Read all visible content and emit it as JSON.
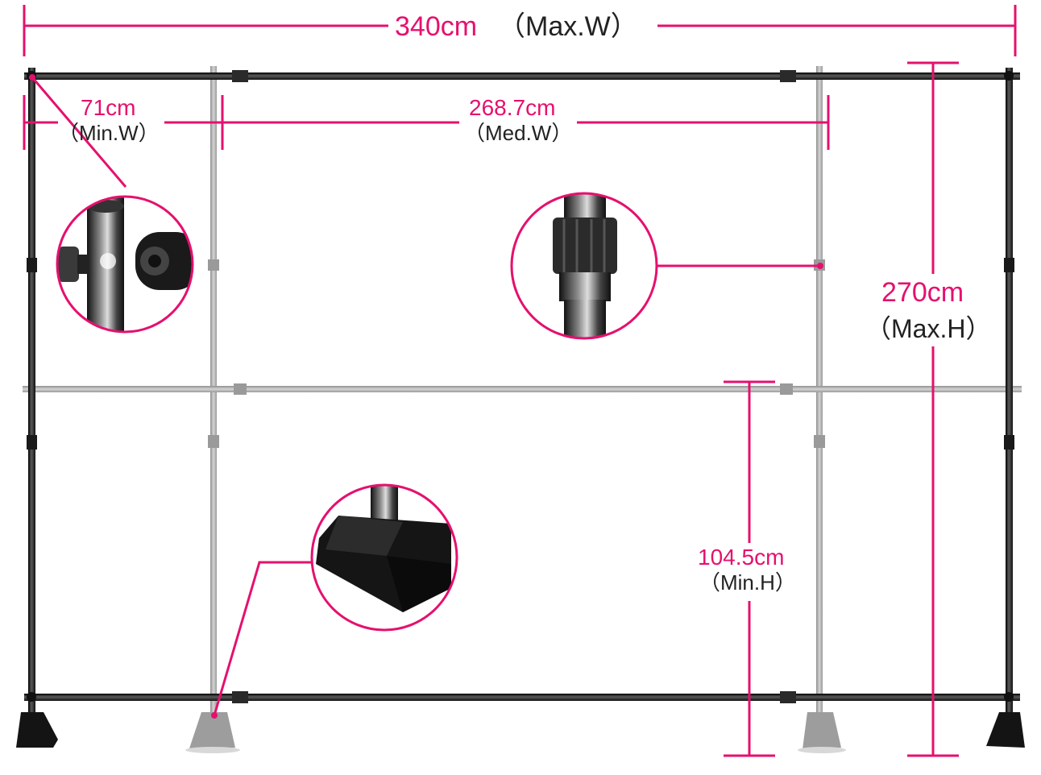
{
  "dimensions": {
    "max_width": {
      "value": "340cm",
      "note": "（Max.W）"
    },
    "min_width": {
      "value": "71cm",
      "note": "（Min.W）"
    },
    "med_width": {
      "value": "268.7cm",
      "note": "（Med.W）"
    },
    "max_height": {
      "value": "270cm",
      "note": "（Max.H）"
    },
    "min_height": {
      "value": "104.5cm",
      "note": "（Min.H）"
    }
  },
  "colors": {
    "accent": "#e5106e",
    "frame_dark": "#1c1c1c",
    "frame_light": "#a8a8a8",
    "text_dark": "#222222"
  },
  "details": [
    {
      "icon": "tube-clamp-knob-icon"
    },
    {
      "icon": "telescopic-lock-icon"
    },
    {
      "icon": "base-foot-icon"
    }
  ]
}
